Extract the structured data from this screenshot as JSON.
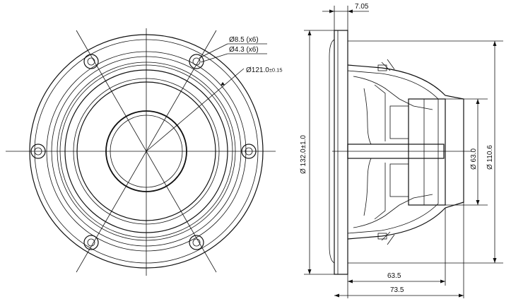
{
  "dimensions": {
    "mounting_hole": "Ø8.5 (x6)",
    "screw_hole": "Ø4.3 (x6)",
    "bolt_circle": "Ø121.0",
    "bolt_circle_tolerance": "±0.15",
    "flange_thickness": "7.05",
    "overall_diameter": "Ø 132.0±1.0",
    "magnet_diameter": "Ø 63.0",
    "rear_diameter": "Ø 110.6",
    "depth_to_flange": "63.5",
    "overall_depth": "73.5"
  }
}
